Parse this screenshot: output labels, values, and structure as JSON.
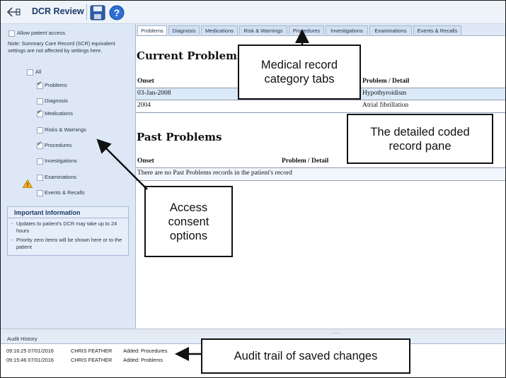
{
  "toolbar": {
    "title": "DCR Review"
  },
  "left": {
    "allow_access": {
      "label": "Allow patient access",
      "checked": false
    },
    "note": "Note: Summary Care Record (SCR) equivalent settings are not affected by settings here.",
    "options": [
      {
        "label": "All",
        "checked": false
      },
      {
        "label": "Problems",
        "checked": true
      },
      {
        "label": "Diagnosis",
        "checked": false
      },
      {
        "label": "Medications",
        "checked": true
      },
      {
        "label": "Risks & Warnings",
        "checked": false
      },
      {
        "label": "Procedures",
        "checked": true
      },
      {
        "label": "Investigations",
        "checked": false,
        "warning": true
      },
      {
        "label": "Examinations",
        "checked": false
      },
      {
        "label": "Events & Recalls",
        "checked": false
      }
    ],
    "info": {
      "title": "Important Information",
      "items": [
        "Updates to patient's DCR may take up to 24 hours",
        "Priority zero items will be shown here or to the patient"
      ]
    }
  },
  "tabs": [
    "Problems",
    "Diagnosis",
    "Medications",
    "Risk & Warnings",
    "Procedures",
    "Investigations",
    "Examinations",
    "Events & Recalls"
  ],
  "active_tab": "Problems",
  "current": {
    "title": "Current Problems",
    "col_onset": "Onset",
    "col_problem": "Problem / Detail",
    "rows": [
      {
        "onset": "03-Jan-2008",
        "problem": "Hypothyroidism"
      },
      {
        "onset": "2004",
        "problem": "Atrial fibrillation"
      }
    ]
  },
  "past": {
    "title": "Past Problems",
    "col_onset": "Onset",
    "col_problem": "Problem / Detail",
    "empty": "There are no Past Problems records in the patient's record"
  },
  "audit": {
    "title": "Audit History",
    "rows": [
      {
        "time": "09:16:25 07/01/2016",
        "user": "CHRIS FEATHER",
        "action": "Added: Procedures"
      },
      {
        "time": "09:15:46 07/01/2016",
        "user": "CHRIS FEATHER",
        "action": "Added: Problems"
      }
    ]
  },
  "callouts": {
    "tabs": "Medical record\ncategory tabs",
    "pane": "The detailed coded\nrecord pane",
    "access": "Access\nconsent\noptions",
    "audit": "Audit trail of saved changes"
  },
  "colors": {
    "accent": "#1d3a68",
    "panel": "#dde7f5",
    "row_highlight": "#dce9f8"
  }
}
